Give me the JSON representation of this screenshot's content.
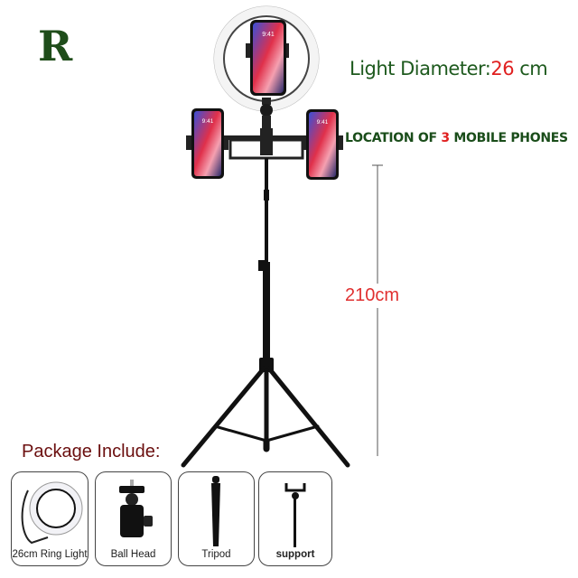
{
  "logo_letter": "R",
  "light_diameter": {
    "label": "Light Diameter:",
    "value": "26",
    "unit": "cm"
  },
  "location": {
    "prefix": "LOCATION OF ",
    "count": "3",
    "suffix": " MOBILE PHONES"
  },
  "height_label": "210cm",
  "package": {
    "title": "Package Include:",
    "items": [
      {
        "label": "26cm Ring Light"
      },
      {
        "label": "Ball Head"
      },
      {
        "label": "Tripod"
      },
      {
        "label": "support"
      }
    ]
  },
  "phone_time": "9:41",
  "colors": {
    "green": "#1e5a1e",
    "red": "#e02020",
    "package_title": "#6b0f0f"
  }
}
